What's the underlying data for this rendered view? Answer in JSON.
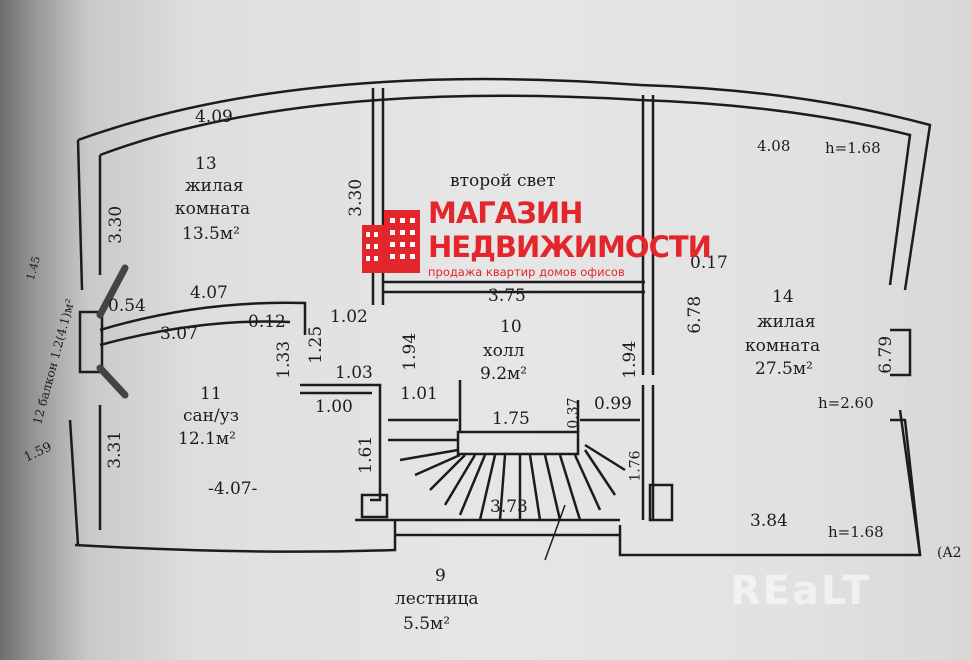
{
  "rooms": {
    "r13": {
      "number": "13",
      "name": "жилая",
      "name2": "комната",
      "area": "13.5м²"
    },
    "second_light": "второй свет",
    "r14": {
      "number": "14",
      "name": "жилая",
      "name2": "комната",
      "area": "27.5м²"
    },
    "r10": {
      "number": "10",
      "name": "холл",
      "area": "9.2м²"
    },
    "r11": {
      "number": "11",
      "name": "сан/уз",
      "area": "12.1м²"
    },
    "r12": {
      "number": "12",
      "name": "балкон",
      "area": "1.2(4.1)м²"
    },
    "r9": {
      "number": "9",
      "name": "лестница",
      "area": "5.5м²"
    }
  },
  "dimensions": [
    "4.09",
    "3.30",
    "3.30",
    "4.08",
    "h=1.68",
    "0.17",
    "3.75",
    "6.78",
    "6.79",
    "0.54",
    "4.07",
    "3.07",
    "0.12",
    "1.02",
    "1.25",
    "1.33",
    "1.94",
    "1.94",
    "1.03",
    "1.00",
    "1.01",
    "1.75",
    "0.37",
    "0.99",
    "h=2.60",
    "1.61",
    "1.76",
    "3.31",
    "-4.07-",
    "3.73",
    "3.84",
    "h=1.68",
    "1.59",
    "1.45"
  ],
  "side_label": "(A2",
  "logo": {
    "line1": "МАГАЗИН",
    "line2": "НЕДВИЖИМОСТИ",
    "tagline": "продажа квартир домов офисов",
    "color": "#e3262b"
  },
  "watermark": "REaLT"
}
